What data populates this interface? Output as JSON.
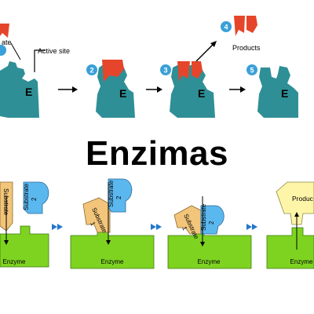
{
  "top_diagram": {
    "labels": {
      "substrate_partial": "ate",
      "active_site": "Active site",
      "products": "Products",
      "enzyme": "E"
    },
    "steps": [
      "2",
      "3",
      "4",
      "5"
    ],
    "colors": {
      "enzyme": "#2f8f96",
      "substrate": "#e5452a",
      "step_circle": "#3aa0d8"
    }
  },
  "title": "Enzimas",
  "bottom_diagram": {
    "labels": {
      "substrate_1": "Substrate",
      "substrate_1_number": "1",
      "substrate_2": "Substrate",
      "substrate_2_number": "2",
      "enzyme": "Enzyme",
      "product": "Produc"
    },
    "colors": {
      "enzyme": "#7ed321",
      "substrate_1": "#f2c57a",
      "substrate_2": "#5bb8ef",
      "product": "#fff5a8",
      "arrow": "#2277cc"
    }
  }
}
